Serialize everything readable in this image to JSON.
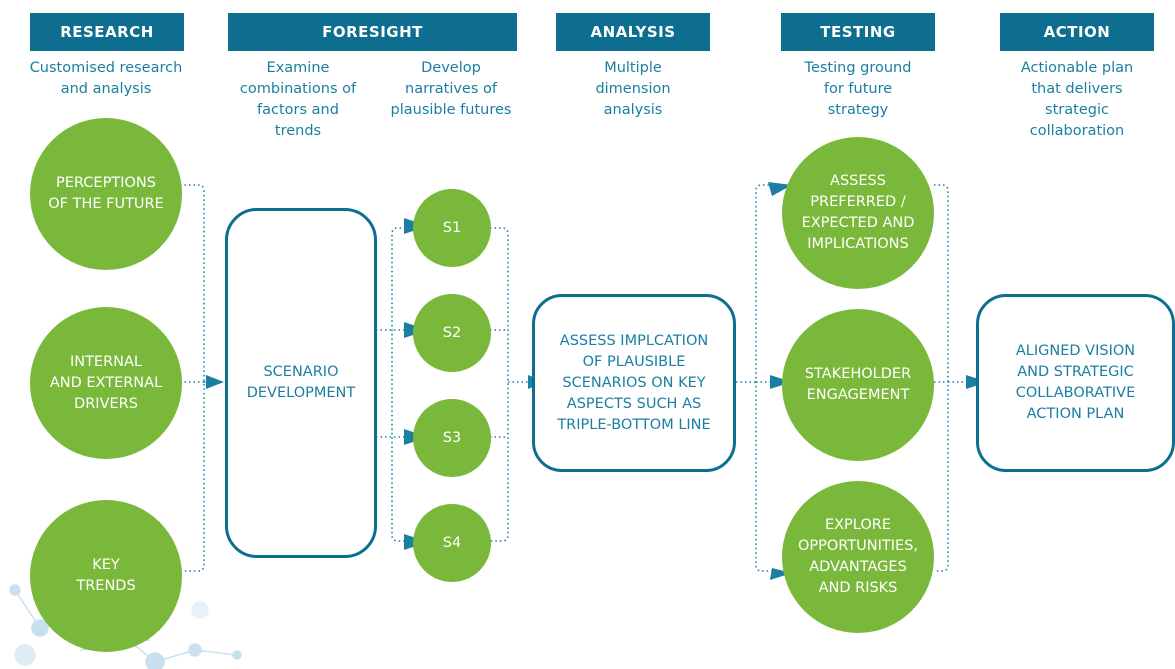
{
  "headers": {
    "research": "RESEARCH",
    "foresight": "FORESIGHT",
    "analysis": "ANALYSIS",
    "testing": "TESTING",
    "action": "ACTION"
  },
  "descriptions": {
    "research": "Customised research\nand analysis",
    "foresight_examine": "Examine\ncombinations of\nfactors and\ntrends",
    "foresight_develop": "Develop\nnarratives of\nplausible futures",
    "analysis": "Multiple\ndimension\nanalysis",
    "testing": "Testing ground\nfor future\nstrategy",
    "action": "Actionable plan\nthat delivers\nstrategic\ncollaboration"
  },
  "research_circles": [
    "PERCEPTIONS\nOF THE FUTURE",
    "INTERNAL\nAND EXTERNAL\nDRIVERS",
    "KEY\nTRENDS"
  ],
  "scenario_box": "SCENARIO\nDEVELOPMENT",
  "scenarios": [
    "S1",
    "S2",
    "S3",
    "S4"
  ],
  "analysis_box": "ASSESS IMPLCATION\nOF PLAUSIBLE\nSCENARIOS ON KEY\nASPECTS SUCH AS\nTRIPLE-BOTTOM LINE",
  "testing_circles": [
    "ASSESS\nPREFERRED /\nEXPECTED AND\nIMPLICATIONS",
    "STAKEHOLDER\nENGAGEMENT",
    "EXPLORE\nOPPORTUNITIES,\nADVANTAGES\nAND RISKS"
  ],
  "action_box": "ALIGNED VISION\nAND STRATEGIC\nCOLLABORATIVE\nACTION PLAN",
  "colors": {
    "header_bg": "#0e6e8f",
    "text_blue": "#1a7fa3",
    "circle_green": "#79b83a",
    "connector": "#1a7fa3",
    "molecule": "#c9e1ee"
  }
}
